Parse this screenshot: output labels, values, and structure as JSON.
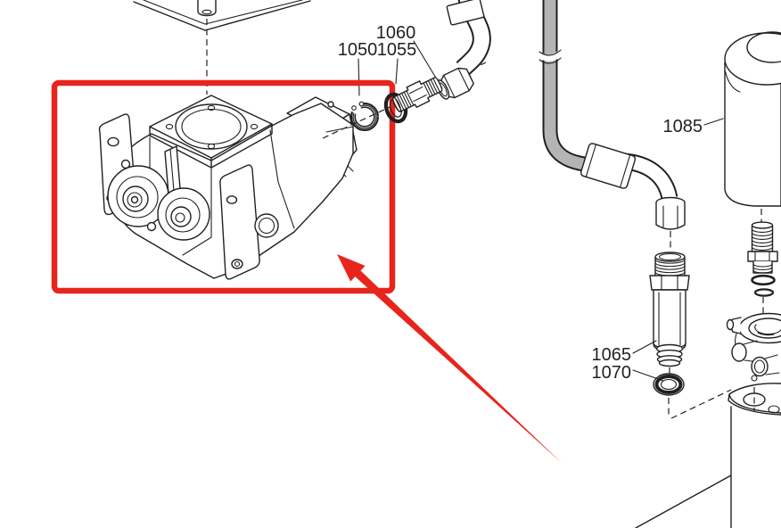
{
  "diagram": {
    "description": "Exploded parts diagram of a hydraulic pump assembly; pump highlighted with red box and arrow",
    "colors": {
      "highlight": "#e8251c",
      "line": "#231f20",
      "tube_gray": "#b4b4b4",
      "background": "#ffffff"
    },
    "part_labels": [
      {
        "number": "1050"
      },
      {
        "number": "1055"
      },
      {
        "number": "1060"
      },
      {
        "number": "1065"
      },
      {
        "number": "1070"
      },
      {
        "number": "1085"
      }
    ]
  }
}
